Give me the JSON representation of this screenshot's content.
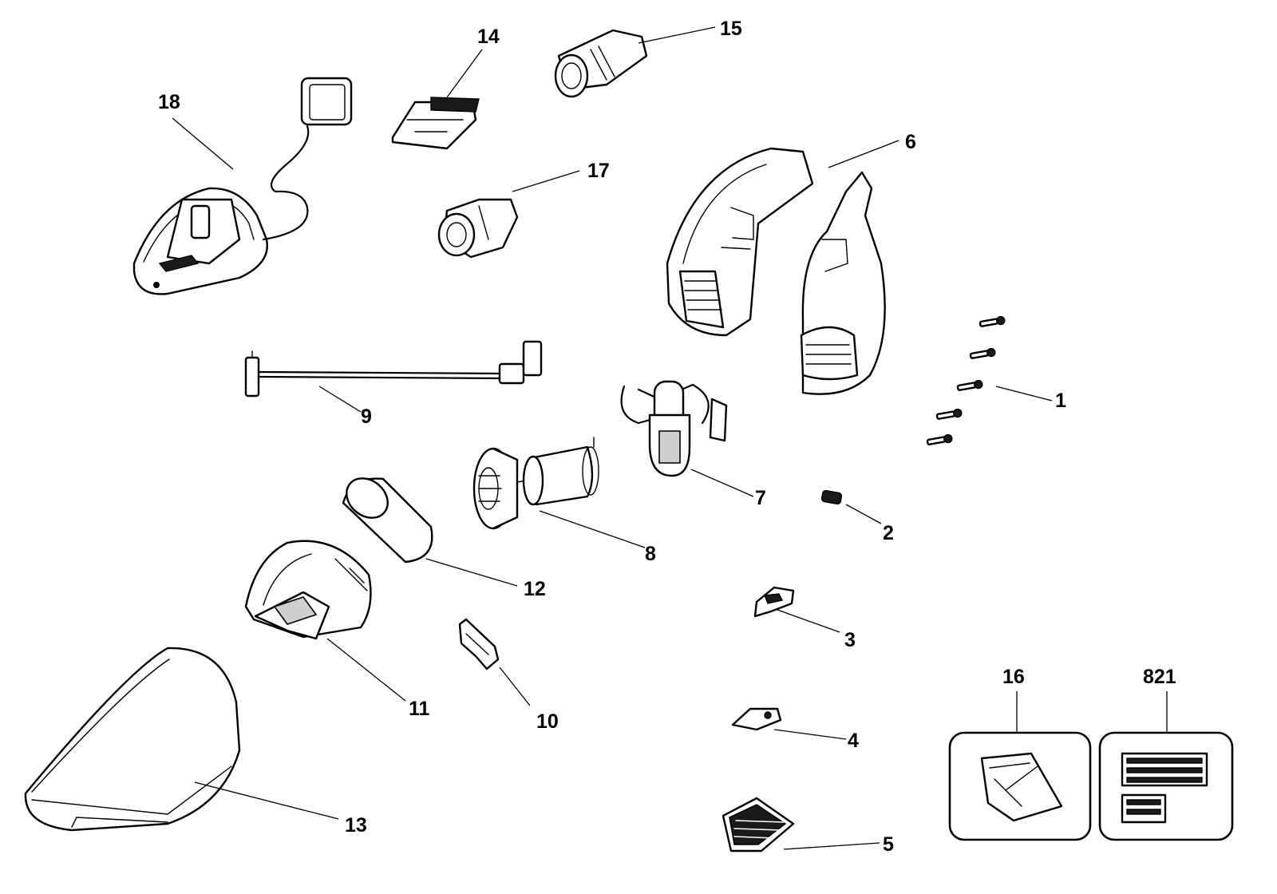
{
  "callouts": {
    "c1": "1",
    "c2": "2",
    "c3": "3",
    "c4": "4",
    "c5": "5",
    "c6": "6",
    "c7": "7",
    "c8": "8",
    "c9": "9",
    "c10": "10",
    "c11": "11",
    "c12": "12",
    "c13": "13",
    "c14": "14",
    "c15": "15",
    "c16": "16",
    "c17": "17",
    "c18": "18",
    "c821": "821"
  }
}
